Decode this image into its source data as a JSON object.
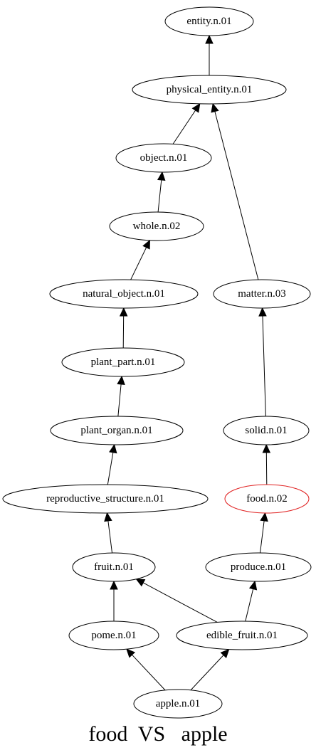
{
  "caption": "food  VS   apple",
  "colors": {
    "edge": "#000000",
    "node_border": "#000000",
    "highlight_border": "#e02020"
  },
  "nodes": [
    {
      "id": "entity",
      "label": "entity.n.01"
    },
    {
      "id": "physical_entity",
      "label": "physical_entity.n.01"
    },
    {
      "id": "object",
      "label": "object.n.01"
    },
    {
      "id": "whole",
      "label": "whole.n.02"
    },
    {
      "id": "natural_object",
      "label": "natural_object.n.01"
    },
    {
      "id": "matter",
      "label": "matter.n.03"
    },
    {
      "id": "plant_part",
      "label": "plant_part.n.01"
    },
    {
      "id": "plant_organ",
      "label": "plant_organ.n.01"
    },
    {
      "id": "solid",
      "label": "solid.n.01"
    },
    {
      "id": "reproductive_structure",
      "label": "reproductive_structure.n.01"
    },
    {
      "id": "food",
      "label": "food.n.02",
      "highlighted": true
    },
    {
      "id": "fruit",
      "label": "fruit.n.01"
    },
    {
      "id": "produce",
      "label": "produce.n.01"
    },
    {
      "id": "pome",
      "label": "pome.n.01"
    },
    {
      "id": "edible_fruit",
      "label": "edible_fruit.n.01"
    },
    {
      "id": "apple",
      "label": "apple.n.01"
    }
  ],
  "edges": [
    {
      "from": "physical_entity",
      "to": "entity"
    },
    {
      "from": "object",
      "to": "physical_entity"
    },
    {
      "from": "matter",
      "to": "physical_entity"
    },
    {
      "from": "whole",
      "to": "object"
    },
    {
      "from": "natural_object",
      "to": "whole"
    },
    {
      "from": "plant_part",
      "to": "natural_object"
    },
    {
      "from": "plant_organ",
      "to": "plant_part"
    },
    {
      "from": "reproductive_structure",
      "to": "plant_organ"
    },
    {
      "from": "fruit",
      "to": "reproductive_structure"
    },
    {
      "from": "solid",
      "to": "matter"
    },
    {
      "from": "food",
      "to": "solid"
    },
    {
      "from": "produce",
      "to": "food"
    },
    {
      "from": "pome",
      "to": "fruit"
    },
    {
      "from": "edible_fruit",
      "to": "fruit"
    },
    {
      "from": "edible_fruit",
      "to": "produce"
    },
    {
      "from": "apple",
      "to": "pome"
    },
    {
      "from": "apple",
      "to": "edible_fruit"
    }
  ]
}
